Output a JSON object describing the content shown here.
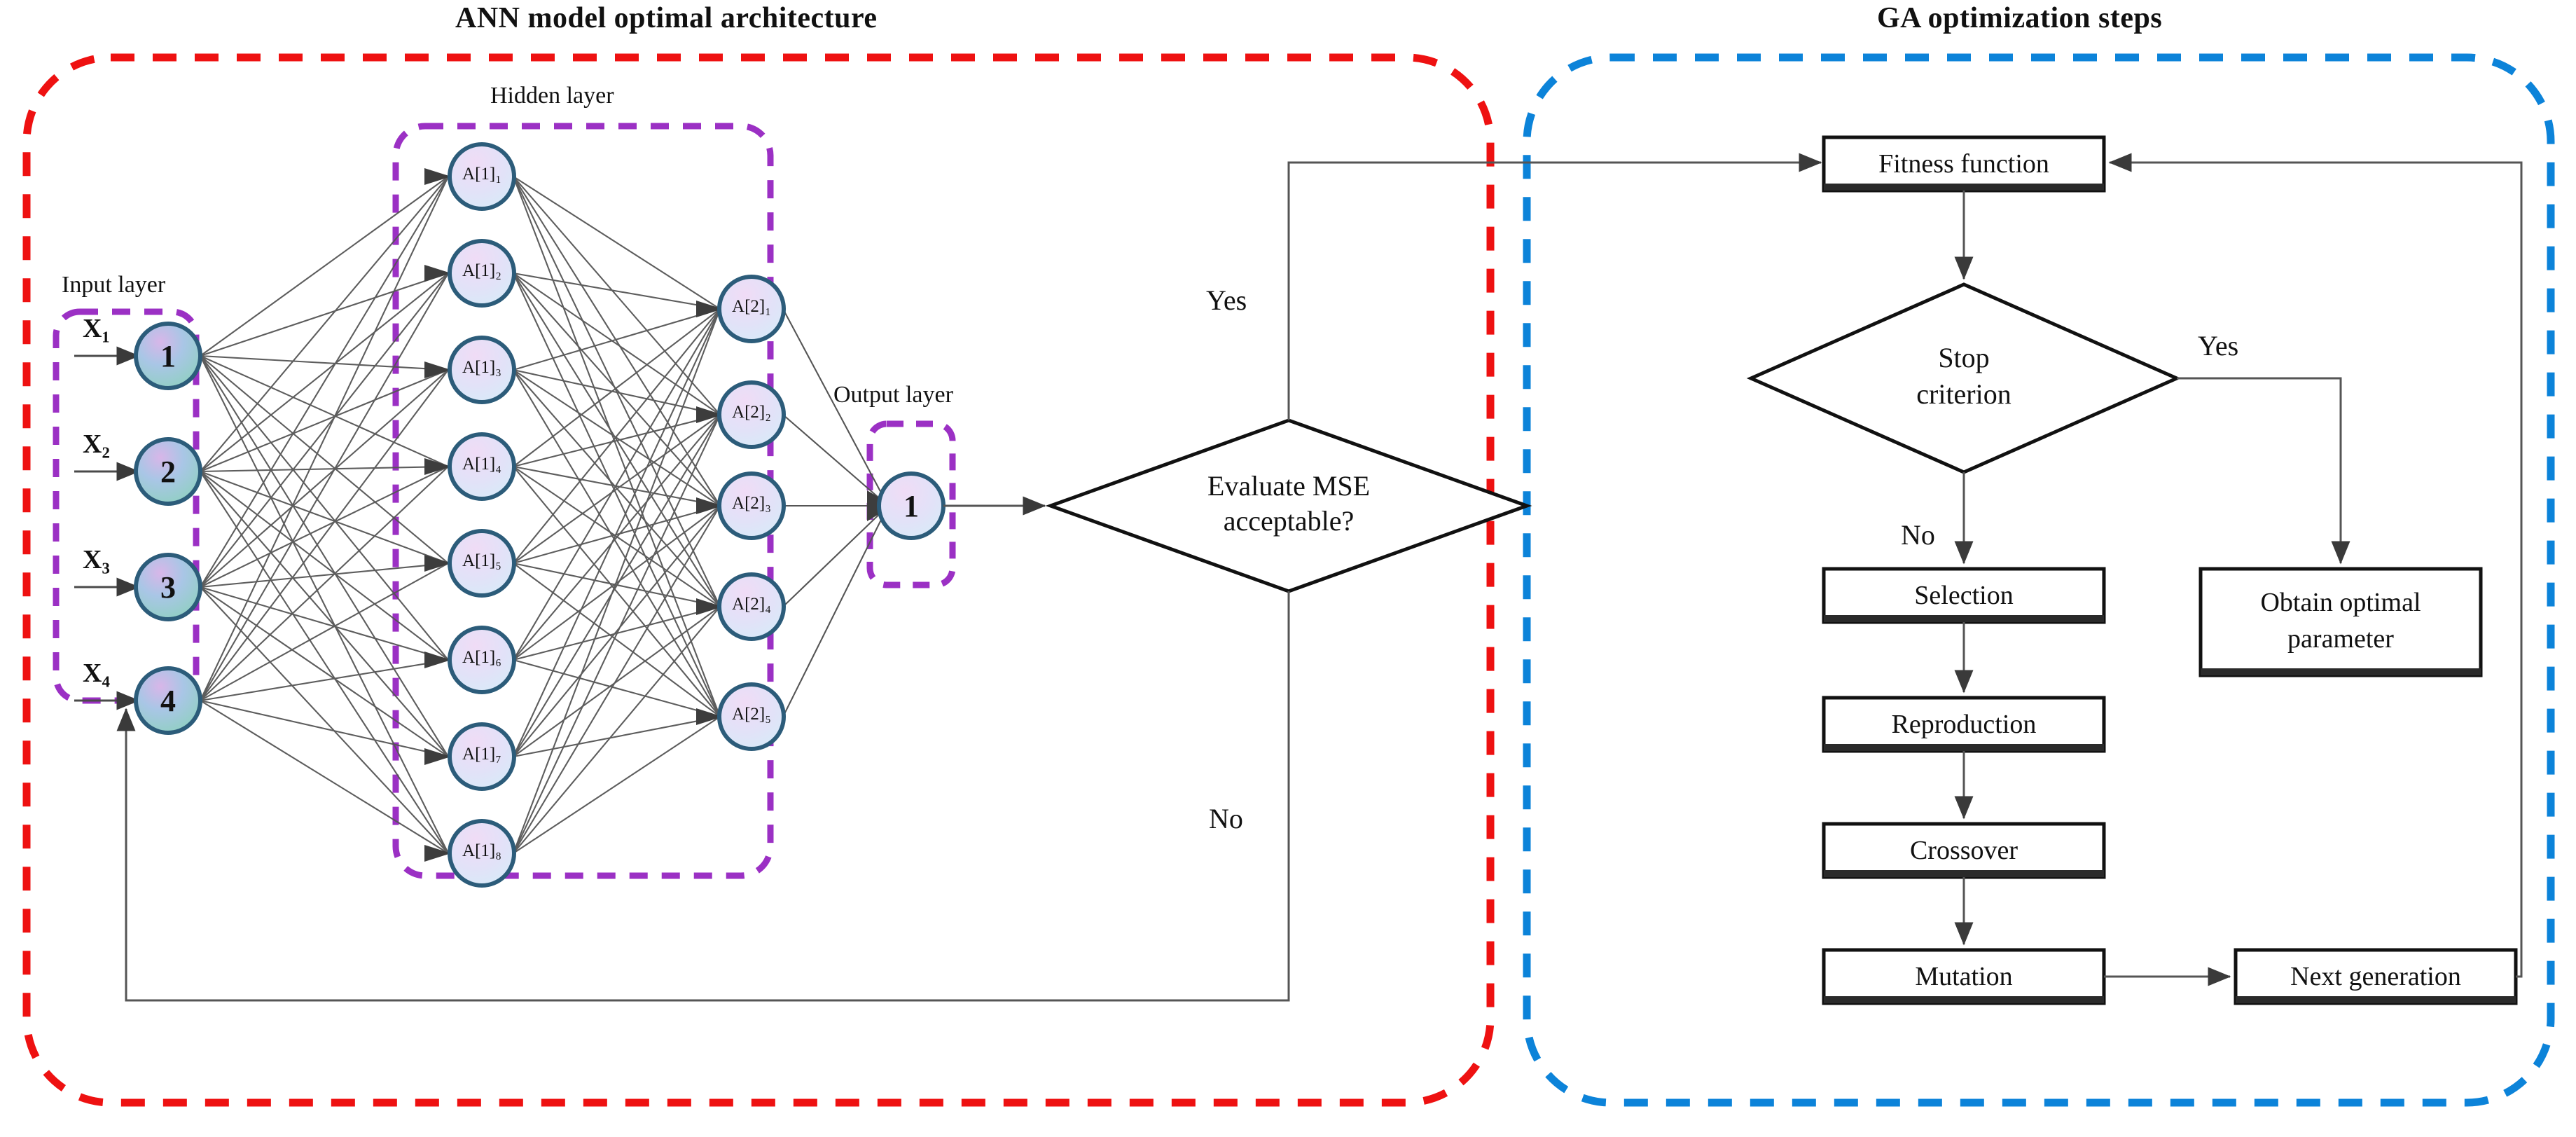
{
  "titles": {
    "left": "ANN model optimal architecture",
    "right": "GA optimization steps"
  },
  "colors": {
    "left_panel_border": "#ee1111",
    "right_panel_border": "#0c83d9",
    "layer_group_border": "#9b30c4",
    "node_stroke": "#2c5c7a",
    "edge": "#555555",
    "box_stroke": "#111111",
    "text": "#111111"
  },
  "ann": {
    "input_layer_label": "Input layer",
    "hidden_layer_label": "Hidden layer",
    "output_layer_label": "Output layer",
    "input_signals": [
      "X₁",
      "X₂",
      "X₃",
      "X₄"
    ],
    "input_nodes": [
      "1",
      "2",
      "3",
      "4"
    ],
    "hidden1_nodes": [
      "A[1]₁",
      "A[1]₂",
      "A[1]₃",
      "A[1]₄",
      "A[1]₅",
      "A[1]₆",
      "A[1]₇",
      "A[1]₈"
    ],
    "hidden2_nodes": [
      "A[2]₁",
      "A[2]₂",
      "A[2]₃",
      "A[2]₄",
      "A[2]₅"
    ],
    "output_nodes": [
      "1"
    ],
    "decision": {
      "line1": "Evaluate MSE",
      "line2": "acceptable?",
      "yes_label": "Yes",
      "no_label": "No"
    }
  },
  "ga": {
    "boxes": [
      {
        "id": "fitness-function",
        "label": "Fitness function"
      },
      {
        "id": "selection",
        "label": "Selection"
      },
      {
        "id": "reproduction",
        "label": "Reproduction"
      },
      {
        "id": "crossover",
        "label": "Crossover"
      },
      {
        "id": "mutation",
        "label": "Mutation"
      },
      {
        "id": "next-generation",
        "label": "Next generation"
      },
      {
        "id": "obtain-optimal-parameter",
        "label": "Obtain optimal\nparameter"
      }
    ],
    "decision": {
      "line1": "Stop",
      "line2": "criterion",
      "yes_label": "Yes",
      "no_label": "No"
    },
    "obtain_optimal_line1": "Obtain optimal",
    "obtain_optimal_line2": "parameter"
  }
}
